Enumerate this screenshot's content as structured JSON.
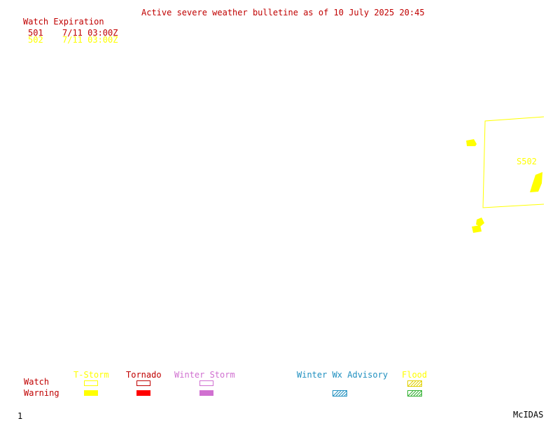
{
  "header": {
    "title": "Active severe weather bulletine as of 10 July 2025 20:45"
  },
  "watch_list": {
    "heading": "Watch Expiration",
    "rows": [
      {
        "id": "501",
        "expires": "7/11 03:00Z",
        "color": "#c00000"
      },
      {
        "id": "502",
        "expires": "7/11 03:00Z",
        "color": "#ffff00"
      }
    ]
  },
  "map": {
    "watch_label": "S502",
    "watch_color": "#ffff00",
    "warning_color": "#ffff00"
  },
  "legend": {
    "row_labels": {
      "watch": "Watch",
      "warning": "Warning"
    },
    "categories": [
      {
        "key": "tstorm",
        "label": "T-Storm",
        "color": "#ffff00"
      },
      {
        "key": "tornado",
        "label": "Tornado",
        "color": "#c00000"
      },
      {
        "key": "winter_storm",
        "label": "Winter Storm",
        "color": "#d070d0"
      },
      {
        "key": "winter_wx",
        "label": "Winter Wx Advisory",
        "color": "#2090c0"
      },
      {
        "key": "flood",
        "label": "Flood",
        "color": "#ffff00"
      }
    ]
  },
  "footer": {
    "frame": "1",
    "brand": "McIDAS"
  }
}
